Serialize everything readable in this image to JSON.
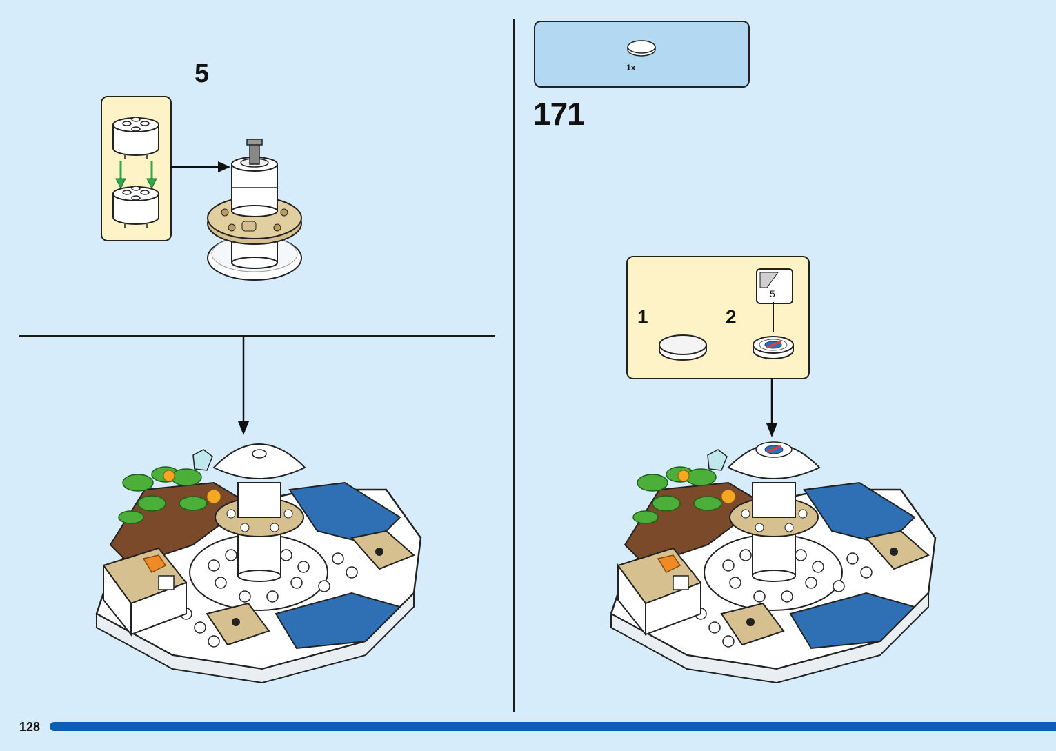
{
  "page": {
    "number": "128"
  },
  "left": {
    "substep_number": "5"
  },
  "right": {
    "parts_list": {
      "items": [
        {
          "part": "white-round-tile-2x2",
          "quantity": "1x"
        }
      ]
    },
    "step_number": "171",
    "callout": {
      "steps": [
        {
          "number": "1",
          "part": "white-round-tile-2x2"
        },
        {
          "number": "2",
          "part": "round-tile-with-sticker"
        }
      ],
      "sticker_number": "5"
    }
  },
  "colors": {
    "background": "#d6ecfb",
    "parts_box": "#b2d8f2",
    "callout": "#fdf3c6",
    "page_bar": "#0a5eb5",
    "arrow_green": "#2ea84a",
    "brick_blue": "#2f6fb3",
    "brick_tan": "#d6c08f"
  }
}
